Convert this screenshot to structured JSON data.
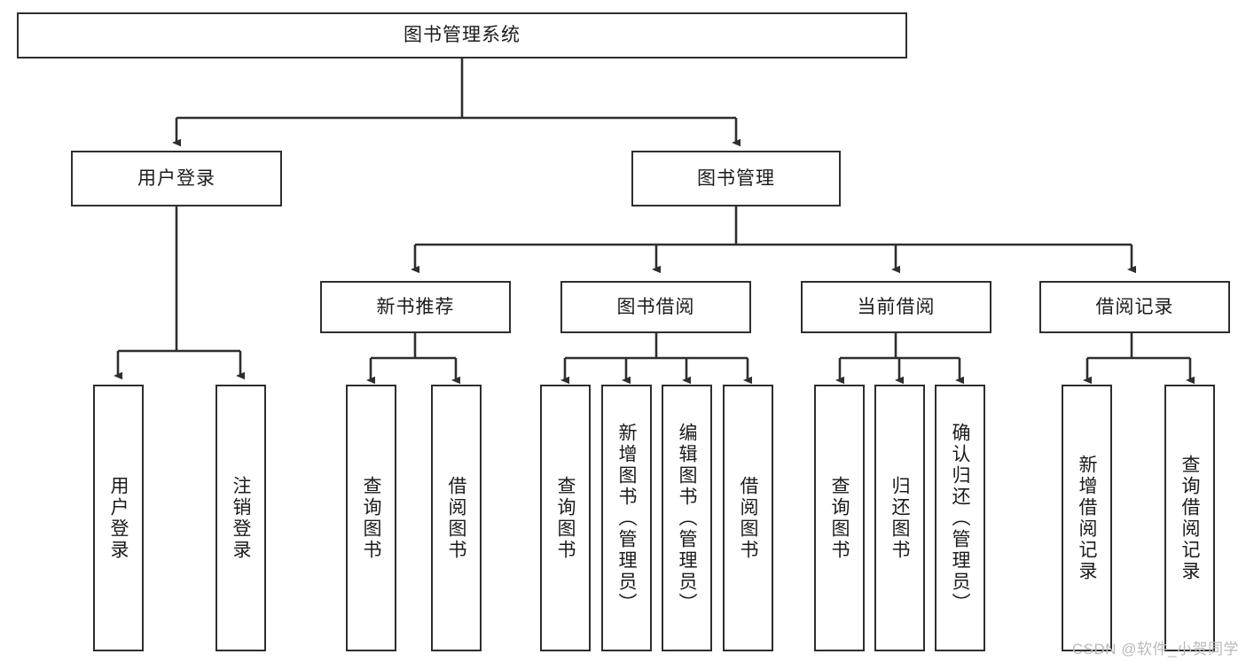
{
  "diagram": {
    "type": "tree",
    "title": "图书管理系统",
    "root": {
      "id": "root",
      "label": "图书管理系统",
      "orientation": "horizontal"
    },
    "level1": [
      {
        "id": "user-login",
        "label": "用户登录",
        "orientation": "horizontal"
      },
      {
        "id": "book-management",
        "label": "图书管理",
        "orientation": "horizontal"
      }
    ],
    "level2": [
      {
        "id": "new-book-recommend",
        "label": "新书推荐",
        "orientation": "horizontal",
        "parent": "book-management"
      },
      {
        "id": "book-borrow",
        "label": "图书借阅",
        "orientation": "horizontal",
        "parent": "book-management"
      },
      {
        "id": "current-borrow",
        "label": "当前借阅",
        "orientation": "horizontal",
        "parent": "book-management"
      },
      {
        "id": "borrow-record",
        "label": "借阅记录",
        "orientation": "horizontal",
        "parent": "book-management"
      }
    ],
    "leaves": [
      {
        "id": "leaf-user-login",
        "label": "用户登录",
        "orientation": "vertical",
        "parent": "user-login"
      },
      {
        "id": "leaf-user-logout",
        "label": "注销登录",
        "orientation": "vertical",
        "parent": "user-login"
      },
      {
        "id": "leaf-query-book-1",
        "label": "查询图书",
        "orientation": "vertical",
        "parent": "new-book-recommend"
      },
      {
        "id": "leaf-borrow-book-1",
        "label": "借阅图书",
        "orientation": "vertical",
        "parent": "new-book-recommend"
      },
      {
        "id": "leaf-query-book-2",
        "label": "查询图书",
        "orientation": "vertical",
        "parent": "book-borrow"
      },
      {
        "id": "leaf-add-book",
        "label": "新增图书（管理员）",
        "orientation": "vertical",
        "parent": "book-borrow"
      },
      {
        "id": "leaf-edit-book",
        "label": "编辑图书（管理员）",
        "orientation": "vertical",
        "parent": "book-borrow"
      },
      {
        "id": "leaf-borrow-book-2",
        "label": "借阅图书",
        "orientation": "vertical",
        "parent": "book-borrow"
      },
      {
        "id": "leaf-query-book-3",
        "label": "查询图书",
        "orientation": "vertical",
        "parent": "current-borrow"
      },
      {
        "id": "leaf-return-book",
        "label": "归还图书",
        "orientation": "vertical",
        "parent": "current-borrow"
      },
      {
        "id": "leaf-confirm-return",
        "label": "确认归还（管理员）",
        "orientation": "vertical",
        "parent": "current-borrow"
      },
      {
        "id": "leaf-add-record",
        "label": "新增借阅记录",
        "orientation": "vertical",
        "parent": "borrow-record"
      },
      {
        "id": "leaf-query-record",
        "label": "查询借阅记录",
        "orientation": "vertical",
        "parent": "borrow-record"
      }
    ]
  },
  "watermark": {
    "text": "CSDN @软件_小贺同学"
  },
  "colors": {
    "stroke": "#2e2e2e",
    "text": "#1b1b1b",
    "background": "#ffffff",
    "watermark": "#b9b9b9"
  }
}
